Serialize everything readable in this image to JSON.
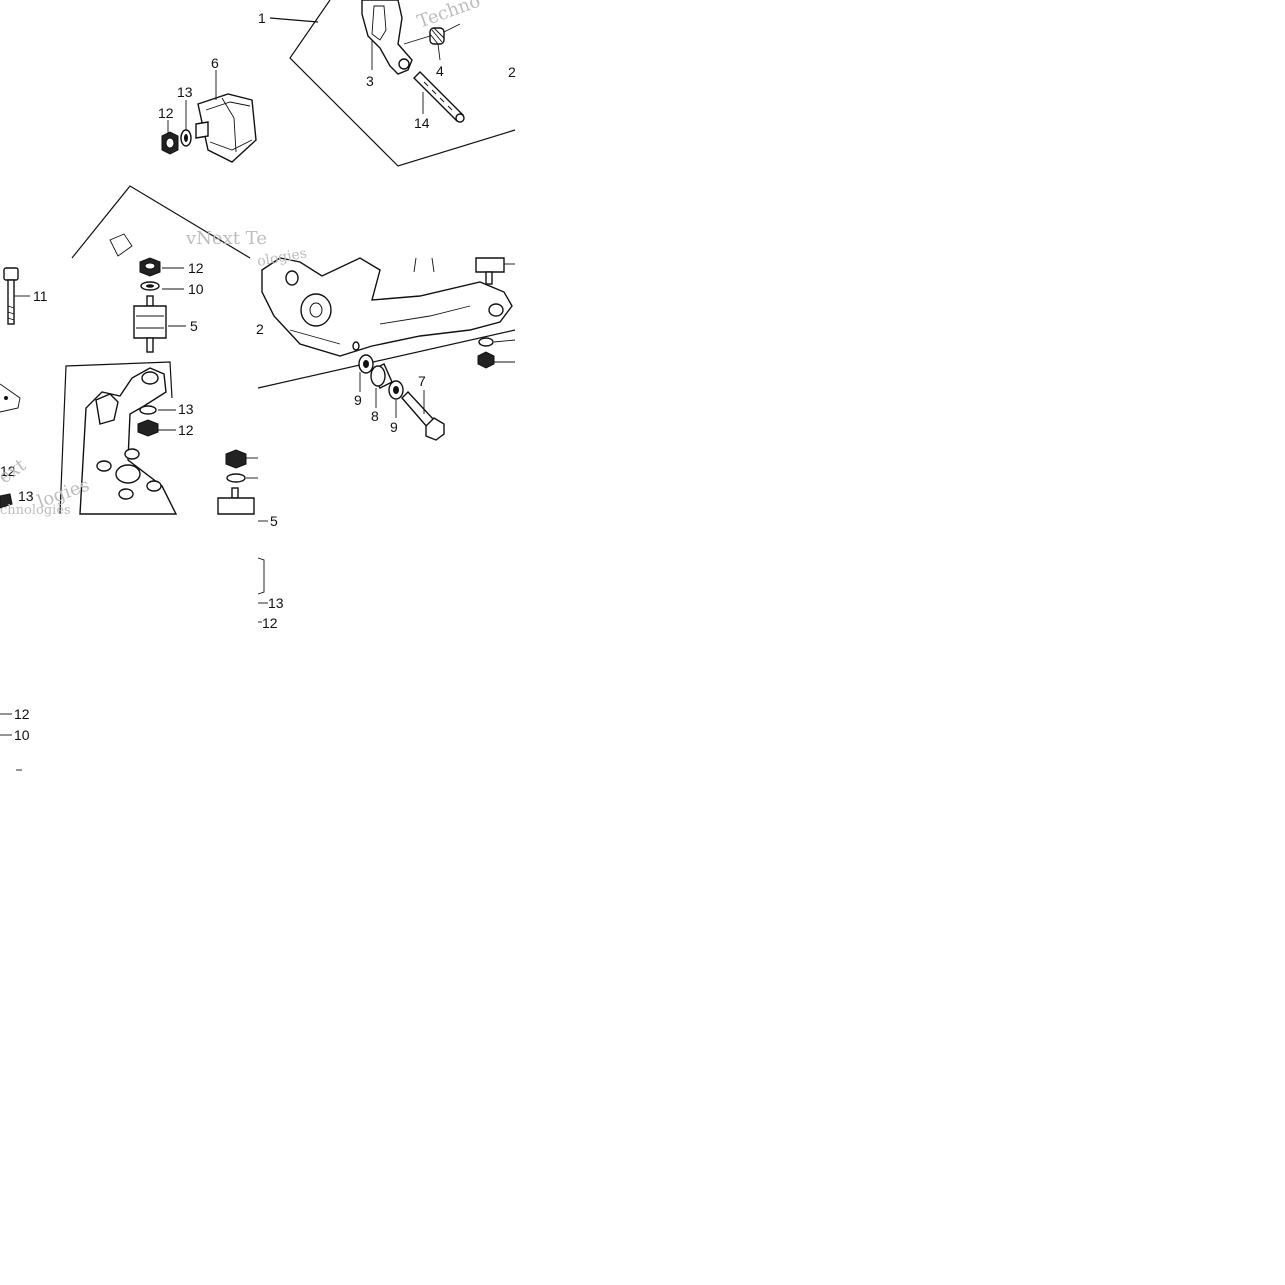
{
  "labels": {
    "l1": "1",
    "l2a": "2",
    "l2b": "2",
    "l3": "3",
    "l4": "4",
    "l5a": "5",
    "l5b": "5",
    "l6": "6",
    "l7": "7",
    "l8": "8",
    "l9a": "9",
    "l9b": "9",
    "l10a": "10",
    "l10b": "10",
    "l11": "11",
    "l12a": "12",
    "l12b": "12",
    "l12c": "12",
    "l12d": "12",
    "l12e": "12",
    "l12f": "12",
    "l13a": "13",
    "l13b": "13",
    "l13c": "13",
    "l13d": "13",
    "l14": "14"
  },
  "watermarks": {
    "w1": "Techno",
    "w2": "vNext Te",
    "w3": "ologies",
    "w4": "ext",
    "w5": "logies",
    "w6": "chnologies"
  },
  "colors": {
    "ink": "#111111",
    "watermark": "#bdbdbd",
    "background": "#ffffff"
  }
}
